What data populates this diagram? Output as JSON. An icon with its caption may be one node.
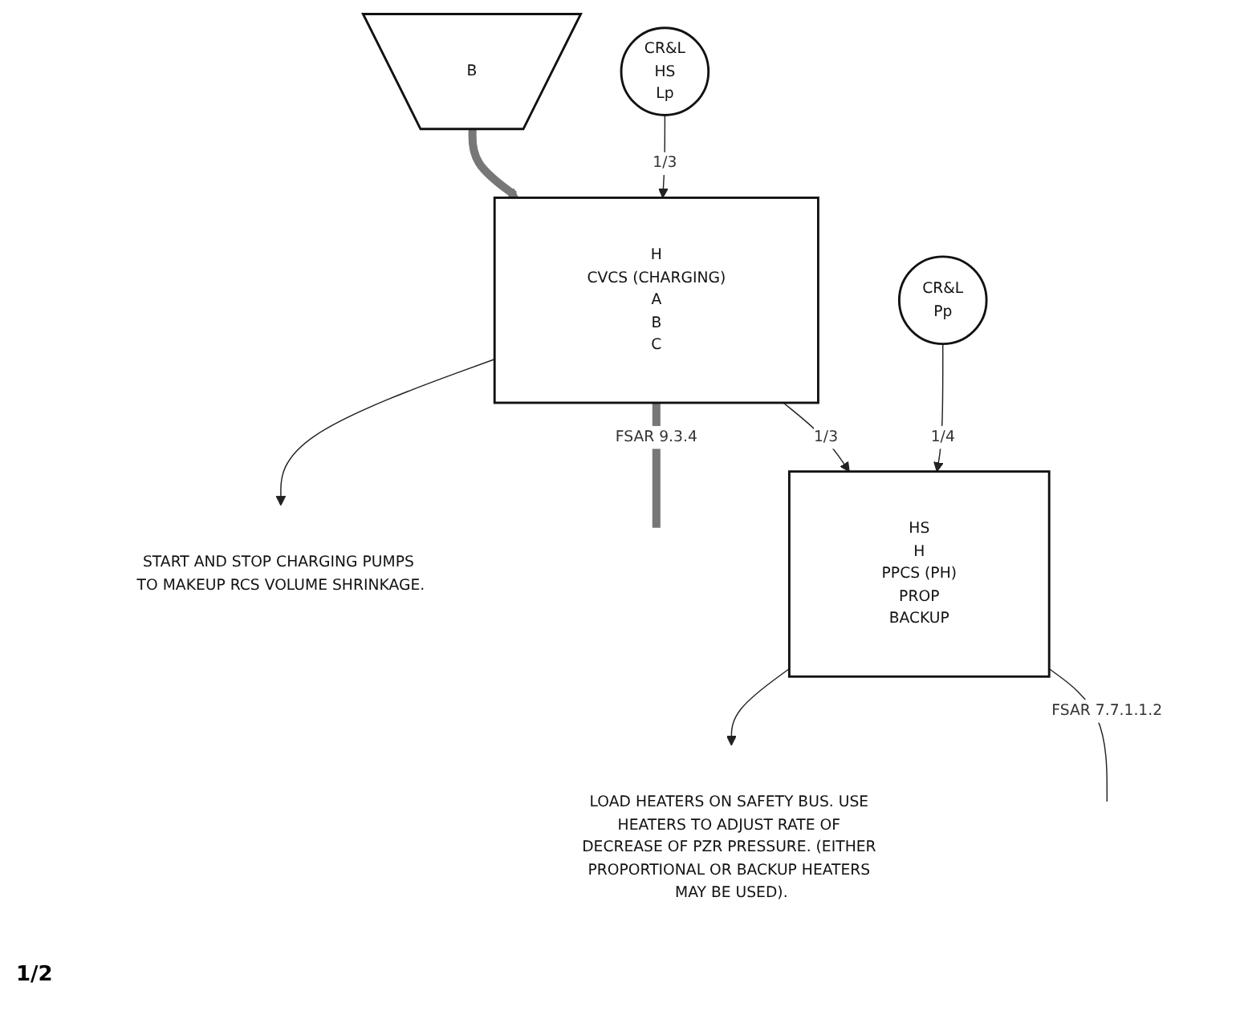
{
  "diagram": {
    "nodes": [
      {
        "text": [
          "B"
        ]
      },
      {
        "text": [
          "CR&L",
          "HS",
          "Lp"
        ]
      },
      {
        "text": [
          "H",
          "CVCS (CHARGING)",
          "A",
          "B",
          "C"
        ]
      },
      {
        "text": [
          "START AND STOP CHARGING PUMPS TO MAKEUP RCS VOLUME SHRINKAGE."
        ]
      },
      {
        "text": [
          "CR&L",
          "Pp"
        ]
      },
      {
        "text": [
          "HS",
          "H",
          "PPCS (PH)",
          "PROP",
          "BACKUP"
        ]
      },
      {
        "text": [
          "LOAD HEATERS ON SAFETY BUS. USE HEATERS TO ADJUST RATE OF DECREASE OF PZR PRESSURE. (EITHER PROPORTIONAL OR BACKUP HEATERS MAY BE USED)."
        ]
      }
    ],
    "edges": [
      {
        "from": 0,
        "to": 2,
        "arrow": "to",
        "style": "thick"
      },
      {
        "from": 1,
        "to": 2,
        "arrow": "to",
        "label": "1/3"
      },
      {
        "from": 2,
        "to": 3,
        "arrow": "to"
      },
      {
        "from": 2,
        "to": null,
        "arrow": "none",
        "style": "thick",
        "label": "FSAR 9.3.4"
      },
      {
        "from": 2,
        "to": 5,
        "arrow": "to",
        "label": "1/3"
      },
      {
        "from": 4,
        "to": 5,
        "arrow": "to",
        "label": "1/4"
      },
      {
        "from": 5,
        "to": 6,
        "arrow": "to"
      },
      {
        "from": 5,
        "to": null,
        "arrow": "none",
        "label": "FSAR 7.7.1.1.2"
      }
    ],
    "labels": [
      "1/2"
    ]
  }
}
